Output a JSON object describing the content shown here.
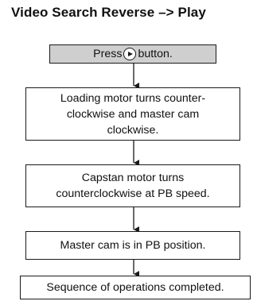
{
  "title": "Video Search Reverse –> Play",
  "steps": [
    {
      "pre": "Press",
      "icon": "play-button-icon",
      "post": "button."
    },
    {
      "lines": [
        "Loading motor turns counter-",
        "clockwise and master cam",
        "clockwise."
      ]
    },
    {
      "lines": [
        "Capstan motor turns",
        "counterclockwise at PB speed."
      ]
    },
    {
      "lines": [
        "Master cam is in PB position."
      ]
    },
    {
      "lines": [
        "Sequence of operations completed."
      ]
    }
  ],
  "colors": {
    "start_box_fill": "#cfcfcf",
    "line": "#1a1a1a"
  }
}
